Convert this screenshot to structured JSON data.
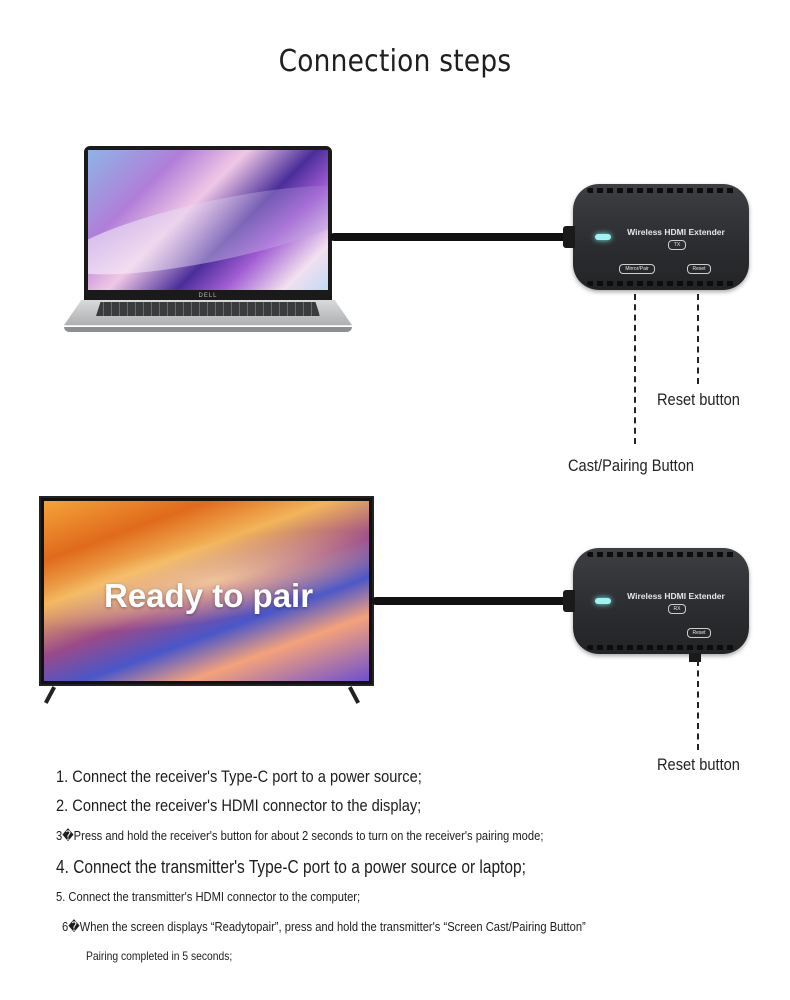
{
  "title": "Connection steps",
  "laptop": {
    "brand": "DELL"
  },
  "tv": {
    "screen_text": "Ready to pair"
  },
  "transmitter": {
    "label": "Wireless HDMI Extender",
    "tag": "TX",
    "buttons": [
      "Mirror/Pair",
      "Reset"
    ]
  },
  "receiver": {
    "label": "Wireless HDMI Extender",
    "tag": "RX",
    "buttons": [
      "Reset"
    ]
  },
  "callouts": {
    "tx_reset": "Reset button",
    "tx_pair": "Cast/Pairing Button",
    "rx_reset": "Reset button"
  },
  "steps": [
    "1. Connect the receiver's Type-C port to a power source;",
    "2. Connect the receiver's HDMI connector to the display;",
    "3�Press and hold the receiver's button for about 2 seconds to turn on the receiver's pairing mode;",
    "4. Connect the transmitter's Type-C port to a power source or laptop;",
    "5. Connect the transmitter's HDMI connector to the computer;",
    "6�When the screen displays “Readytopair”, press and hold the transmitter's “Screen Cast/Pairing Button”",
    "Pairing completed in 5 seconds;"
  ]
}
